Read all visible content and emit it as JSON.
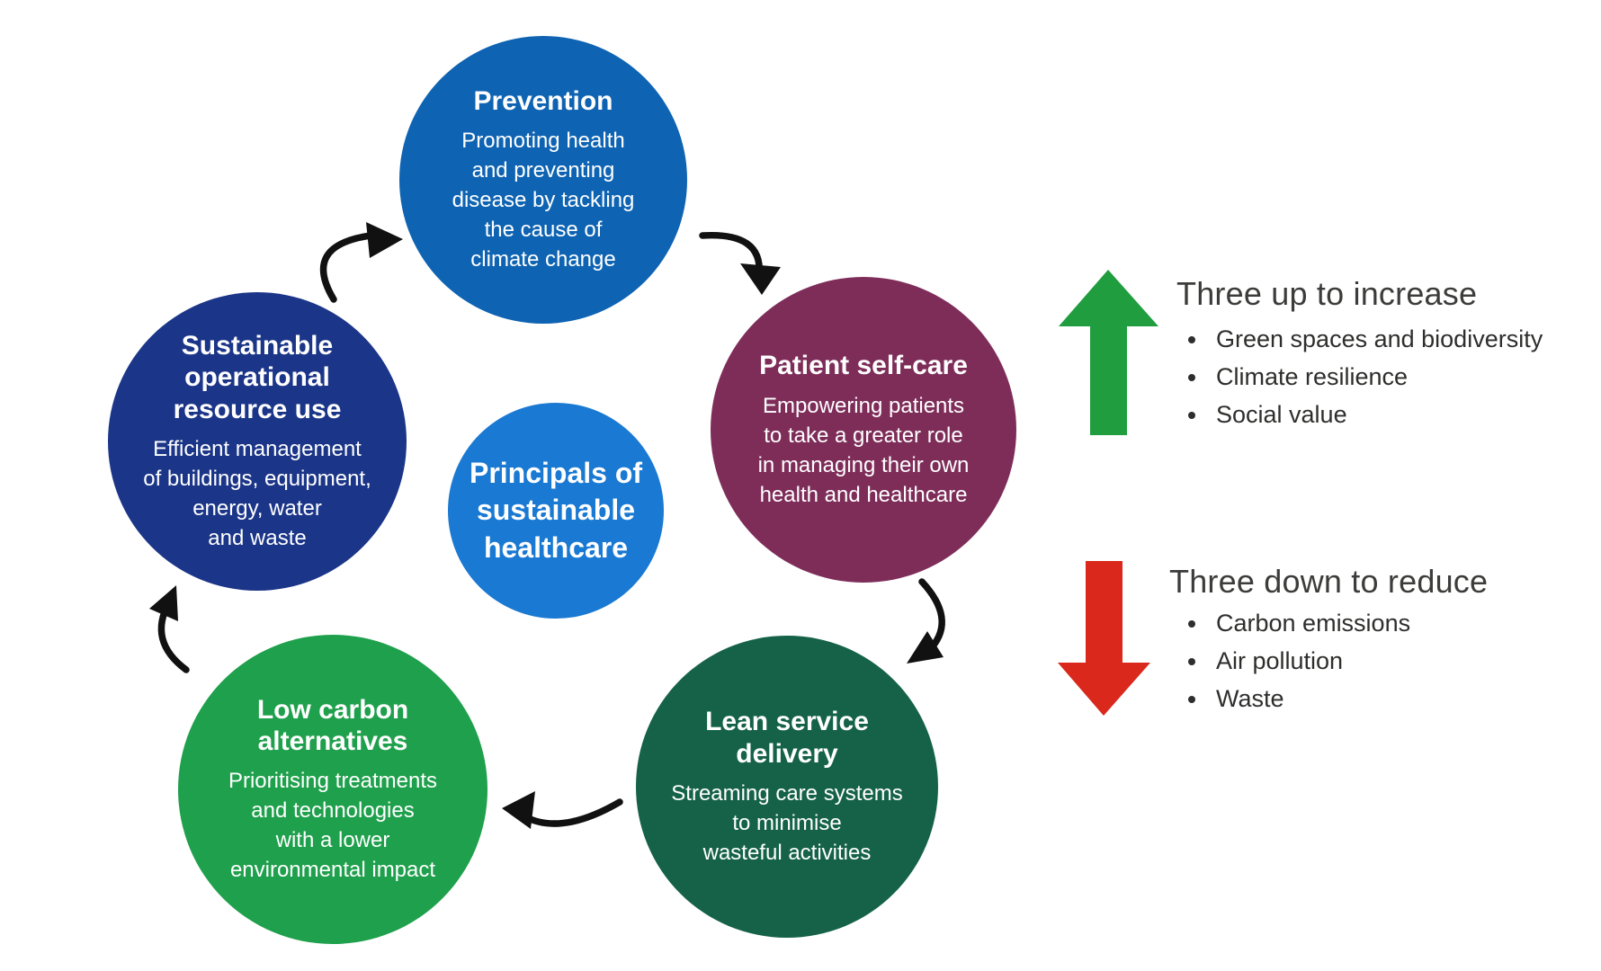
{
  "center_circle": {
    "label": "Principals of\nsustainable\nhealthcare"
  },
  "circles": {
    "prevention": {
      "heading": "Prevention",
      "body": "Promoting health\nand preventing\ndisease by tackling\nthe cause of\nclimate change"
    },
    "operational": {
      "heading": "Sustainable\noperational\nresource use",
      "body": "Efficient management\nof buildings, equipment,\nenergy, water\nand waste"
    },
    "patient": {
      "heading": "Patient self-care",
      "body": "Empowering patients\nto take a greater role\nin managing their own\nhealth and healthcare"
    },
    "lean": {
      "heading": "Lean service\ndelivery",
      "body": "Streaming care systems\nto minimise\nwasteful activities"
    },
    "lowcarbon": {
      "heading": "Low carbon\nalternatives",
      "body": "Prioritising treatments\nand technologies\nwith a lower\nenvironmental impact"
    }
  },
  "increase": {
    "heading": "Three up to increase",
    "items": [
      "Green spaces and biodiversity",
      "Climate resilience",
      "Social value"
    ]
  },
  "reduce": {
    "heading": "Three down to reduce",
    "items": [
      "Carbon emissions",
      "Air pollution",
      "Waste"
    ]
  },
  "colors": {
    "prevention": "#0e63b2",
    "operational": "#1b3588",
    "patient": "#7e2d59",
    "lean": "#156249",
    "lowcarbon": "#1fa04c",
    "center": "#1a79d2",
    "arrow_up": "#1f9d3f",
    "arrow_down": "#da291c",
    "connector": "#111111",
    "heading_text": "#3c3c3b",
    "body_text": "#2e2e2d",
    "circle_text": "#ffffff"
  }
}
